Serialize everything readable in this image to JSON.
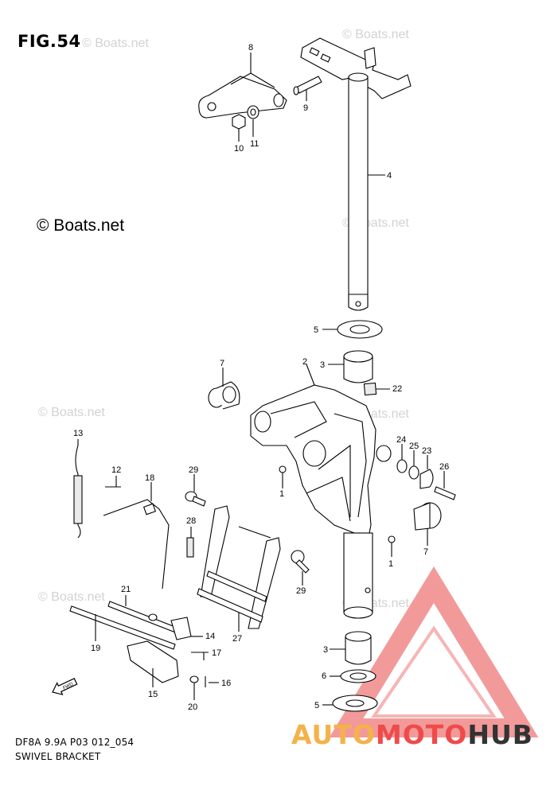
{
  "figure": {
    "title": "FIG.54"
  },
  "copyright": "© Boats.net",
  "watermark": "© Boats.net",
  "footer": {
    "code": "DF8A 9.9A P03 012_054",
    "name": "SWIVEL BRACKET"
  },
  "brand": {
    "part1": "AUTO",
    "part2": "MOTO",
    "part3": "HUB",
    "color1": "#f4b24a",
    "color2": "#ef4b4b",
    "color3": "#333333",
    "triangle_color": "#f08080"
  },
  "callouts": {
    "c1a": "1",
    "c1b": "1",
    "c2": "2",
    "c3a": "3",
    "c3b": "3",
    "c4": "4",
    "c5a": "5",
    "c5b": "5",
    "c6": "6",
    "c7a": "7",
    "c7b": "7",
    "c8": "8",
    "c9": "9",
    "c10": "10",
    "c11": "11",
    "c12": "12",
    "c13": "13",
    "c14": "14",
    "c15": "15",
    "c16": "16",
    "c17": "17",
    "c18": "18",
    "c19": "19",
    "c20": "20",
    "c21": "21",
    "c22": "22",
    "c23": "23",
    "c24": "24",
    "c25": "25",
    "c26": "26",
    "c27": "27",
    "c28": "28",
    "c29a": "29",
    "c29b": "29"
  },
  "icons": {
    "forward_arrow": "fwd-arrow-icon"
  },
  "fwd_label": "FWD"
}
